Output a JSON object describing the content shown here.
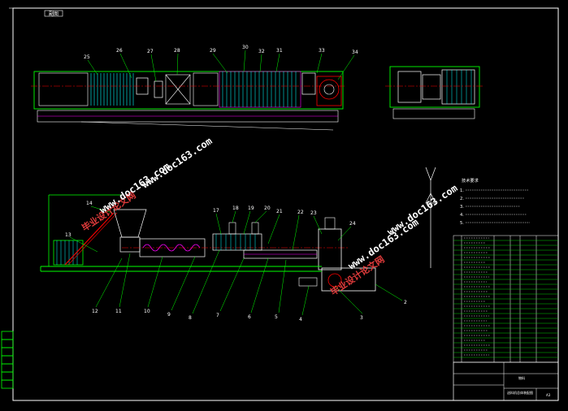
{
  "stamp_text": "副图",
  "top_view_labels": [
    "25",
    "26",
    "27",
    "28",
    "29",
    "30",
    "32",
    "31",
    "33",
    "34"
  ],
  "front_view_labels": [
    "14",
    "13",
    "12",
    "11",
    "10",
    "9",
    "8",
    "7",
    "6",
    "5",
    "4",
    "3",
    "2",
    "24",
    "23",
    "22",
    "21",
    "20",
    "19",
    "18",
    "17"
  ],
  "tech_requirements": {
    "heading": "技术要求",
    "items": [
      "1.",
      "2.",
      "3.",
      "4.",
      "5."
    ]
  },
  "title_block": {
    "name": "物料",
    "drawing_title": "送料机总体装配图",
    "sheet_size": "A3"
  },
  "watermark": {
    "url": "www.doc163.com",
    "site_cn": "毕业设计论文网"
  },
  "colors": {
    "background": "#000000",
    "outline": "#00ff00",
    "lines": "#ffffff",
    "centerline": "#ff0000",
    "hatching": "#00ffff",
    "dimension": "#ff00ff",
    "watermark_cn": "#e13b3b"
  }
}
